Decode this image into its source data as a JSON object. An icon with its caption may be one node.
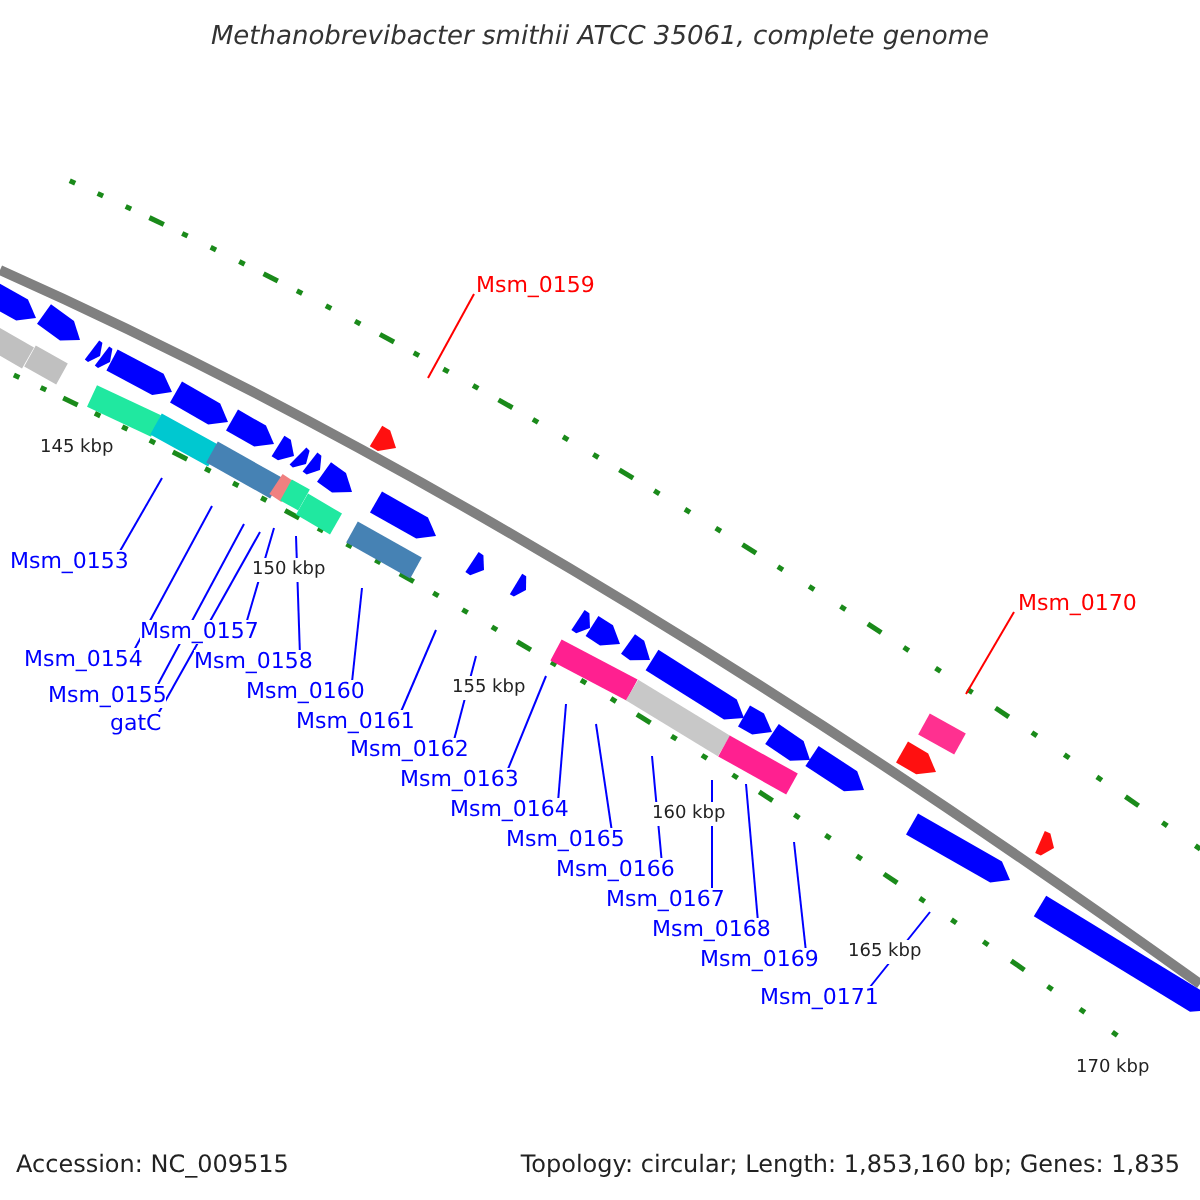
{
  "diagram": {
    "title": "Methanobrevibacter smithii ATCC 35061, complete genome",
    "nodes": [
      {
        "text": [
          "Msm_0153"
        ]
      },
      {
        "text": [
          "Msm_0154"
        ]
      },
      {
        "text": [
          "Msm_0155"
        ]
      },
      {
        "text": [
          "gatC"
        ]
      },
      {
        "text": [
          "Msm_0157"
        ]
      },
      {
        "text": [
          "Msm_0158"
        ]
      },
      {
        "text": [
          "Msm_0159"
        ]
      },
      {
        "text": [
          "Msm_0160"
        ]
      },
      {
        "text": [
          "Msm_0161"
        ]
      },
      {
        "text": [
          "Msm_0162"
        ]
      },
      {
        "text": [
          "Msm_0163"
        ]
      },
      {
        "text": [
          "Msm_0164"
        ]
      },
      {
        "text": [
          "Msm_0165"
        ]
      },
      {
        "text": [
          "Msm_0166"
        ]
      },
      {
        "text": [
          "Msm_0167"
        ]
      },
      {
        "text": [
          "Msm_0168"
        ]
      },
      {
        "text": [
          "Msm_0169"
        ]
      },
      {
        "text": [
          "Msm_0170"
        ]
      },
      {
        "text": [
          "Msm_0171"
        ]
      }
    ],
    "edges": [
      {
        "from": 0,
        "to": null,
        "arrow": "none"
      },
      {
        "from": 1,
        "to": null,
        "arrow": "none"
      },
      {
        "from": 2,
        "to": null,
        "arrow": "none"
      },
      {
        "from": 3,
        "to": null,
        "arrow": "none"
      },
      {
        "from": 4,
        "to": null,
        "arrow": "none"
      },
      {
        "from": 5,
        "to": null,
        "arrow": "none"
      },
      {
        "from": 6,
        "to": null,
        "arrow": "none",
        "color": "#ff0000"
      },
      {
        "from": 7,
        "to": null,
        "arrow": "none"
      },
      {
        "from": 8,
        "to": null,
        "arrow": "none"
      },
      {
        "from": 9,
        "to": null,
        "arrow": "none"
      },
      {
        "from": 10,
        "to": null,
        "arrow": "none"
      },
      {
        "from": 11,
        "to": null,
        "arrow": "none"
      },
      {
        "from": 12,
        "to": null,
        "arrow": "none"
      },
      {
        "from": 13,
        "to": null,
        "arrow": "none"
      },
      {
        "from": 14,
        "to": null,
        "arrow": "none"
      },
      {
        "from": 15,
        "to": null,
        "arrow": "none"
      },
      {
        "from": 16,
        "to": null,
        "arrow": "none"
      },
      {
        "from": 17,
        "to": null,
        "arrow": "none",
        "color": "#ff0000"
      },
      {
        "from": 18,
        "to": null,
        "arrow": "none"
      }
    ],
    "labels": [
      "145 kbp",
      "150 kbp",
      "155 kbp",
      "160 kbp",
      "165 kbp",
      "170 kbp",
      "Accession: NC_009515",
      "Topology: circular; Length: 1,853,160 bp; Genes: 1,835"
    ]
  }
}
